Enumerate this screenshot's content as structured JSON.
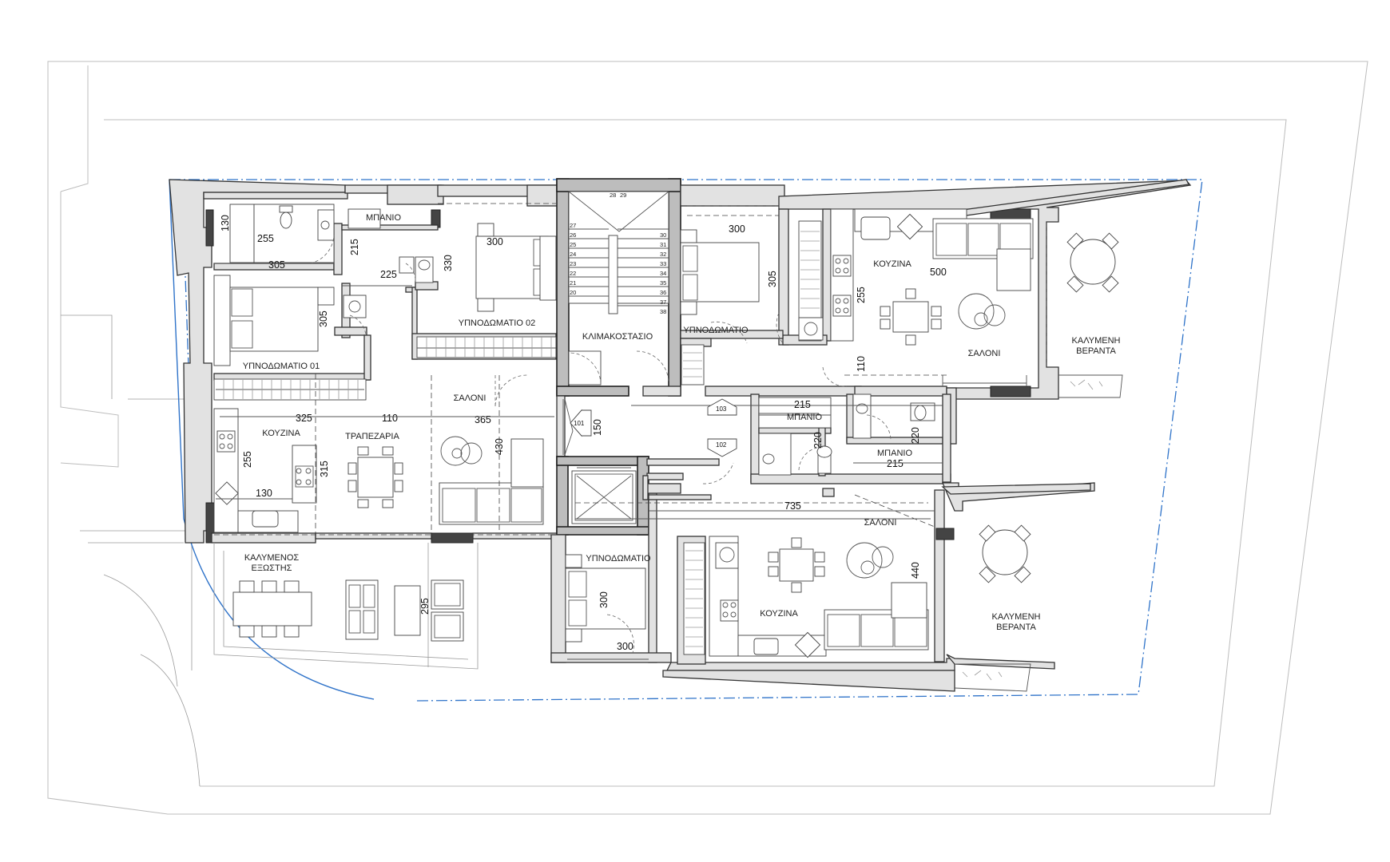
{
  "rooms": {
    "bathroom_top": "ΜΠΑΝΙΟ",
    "bedroom_01": "ΥΠΝΟΔΩΜΑΤΙΟ 01",
    "bedroom_02": "ΥΠΝΟΔΩΜΑΤΙΟ 02",
    "kitchen_left": "ΚΟΥΖΙΝΑ",
    "dining": "ΤΡΑΠΕΖΑΡΙΑ",
    "living_left": "ΣΑΛΟΝΙ",
    "stairwell": "ΚΛΙΜΑΚΟΣΤΑΣΙΟ",
    "bedroom_top_right": "ΥΠΝΟΔΩΜΑΤΙΟ",
    "kitchen_top_right": "ΚΟΥΖΙΝΑ",
    "living_top_right": "ΣΑΛΟΝΙ",
    "veranda_top": "ΚΑΛΥΜΕΝΗ\nΒΕΡΑΝΤΑ",
    "bathroom_mid": "ΜΠΑΝΙΟ",
    "bathroom_mid2": "ΜΠΑΝΙΟ",
    "living_bottom_right": "ΣΑΛΟΝΙ",
    "kitchen_bottom": "ΚΟΥΖΙΝΑ",
    "bedroom_bottom": "ΥΠΝΟΔΩΜΑΤΙΟ",
    "veranda_bottom": "ΚΑΛΥΜΕΝΗ\nΒΕΡΑΝΤΑ",
    "outdoor_covered": "ΚΑΛΥΜΕΝΟΣ\nΕΞΩΣΤΗΣ"
  },
  "dimensions": {
    "d130a": "130",
    "d255a": "255",
    "d305a": "305",
    "d215a": "215",
    "d225": "225",
    "d330": "330",
    "d300a": "300",
    "d305b": "305",
    "d300b": "300",
    "d305c": "305",
    "d500": "500",
    "d255b": "255",
    "d110a": "110",
    "d325": "325",
    "d110b": "110",
    "d365": "365",
    "d255c": "255",
    "d315": "315",
    "d130b": "130",
    "d430": "430",
    "d150": "150",
    "d215b": "215",
    "d220a": "220",
    "d220b": "220",
    "d215c": "215",
    "d735": "735",
    "d440": "440",
    "d300c": "300",
    "d300d": "300",
    "d295": "295"
  },
  "stair_numbers": {
    "top": [
      "28",
      "29"
    ],
    "left": [
      "27",
      "26",
      "25",
      "24",
      "23",
      "22",
      "21",
      "20"
    ],
    "right": [
      "30",
      "31",
      "32",
      "33",
      "34",
      "35",
      "36",
      "37",
      "38"
    ]
  },
  "tags": {
    "t101": "101",
    "t102": "102",
    "t103": "103"
  },
  "colors": {
    "boundary_blue": "#2f73c9",
    "wall_fill": "#e2e2e2",
    "wall_dark": "#444444"
  }
}
